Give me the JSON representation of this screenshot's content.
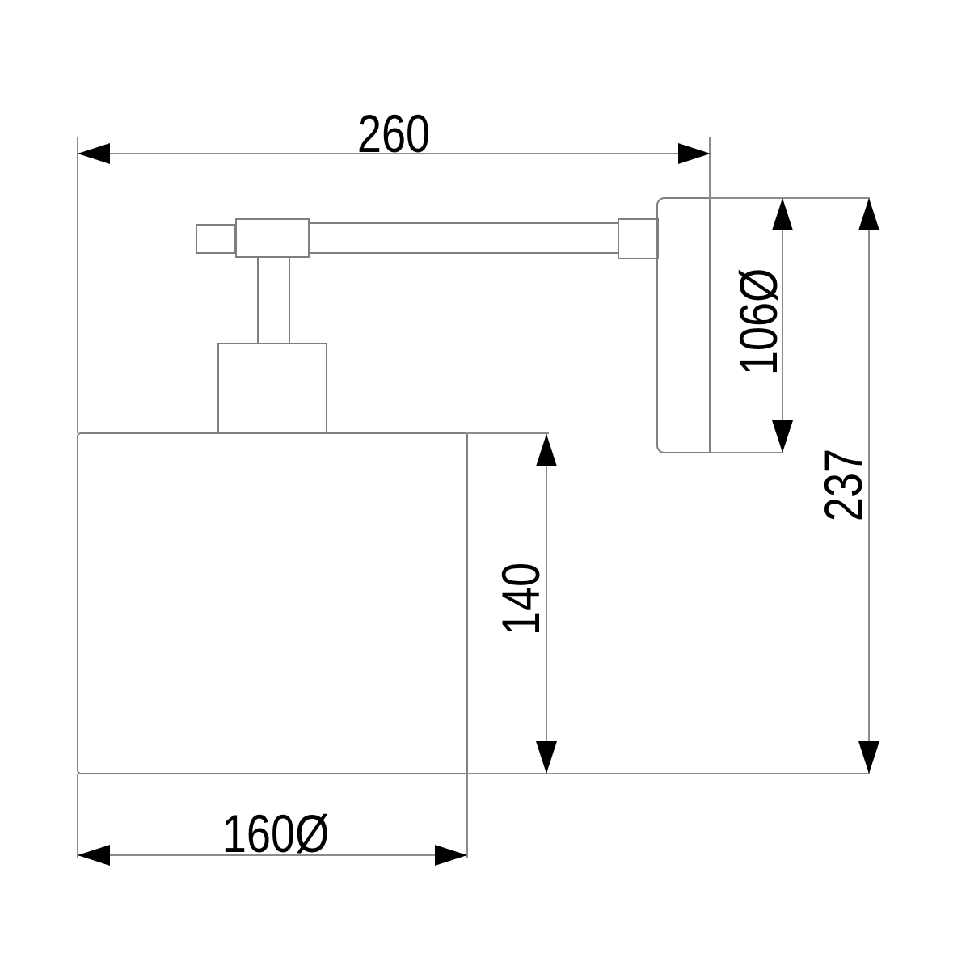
{
  "figure": {
    "type": "technical-dimension-drawing"
  },
  "colors": {
    "background": "#ffffff",
    "outline": "#7f7f7f",
    "dimension_line": "#8c8c8c",
    "ink": "#000000"
  },
  "dimensions": {
    "overall_width": {
      "label": "260",
      "value": 260,
      "orientation": "horizontal",
      "measures": "wall to front of shade"
    },
    "backplate_height": {
      "label": "106Ø",
      "value": 106,
      "diameter": true,
      "orientation": "vertical",
      "measures": "wall plate"
    },
    "overall_height": {
      "label": "237",
      "value": 237,
      "orientation": "vertical",
      "measures": "top of wall plate to bottom of shade"
    },
    "shade_height": {
      "label": "140",
      "value": 140,
      "orientation": "vertical",
      "measures": "shade"
    },
    "shade_width": {
      "label": "160Ø",
      "value": 160,
      "diameter": true,
      "orientation": "horizontal",
      "measures": "shade"
    }
  }
}
